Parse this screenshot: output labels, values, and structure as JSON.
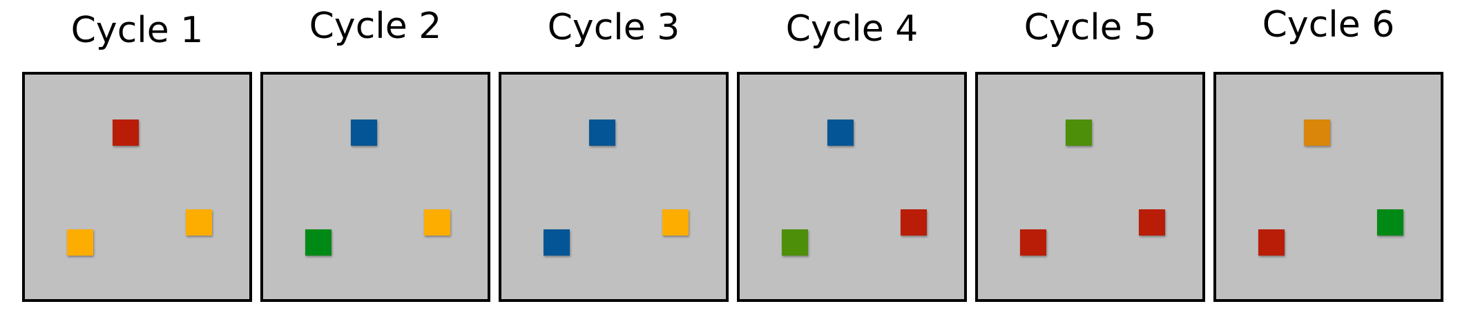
{
  "colors": {
    "red": "#b91d07",
    "yellow": "#fdad00",
    "blue": "#045595",
    "green": "#008a15",
    "olive_green": "#4e8f0a",
    "orange": "#d9860a",
    "panel_background": "#c0c0c0",
    "border": "#000000"
  },
  "cycles": [
    {
      "title": "Cycle 1",
      "squares": {
        "top": "red",
        "right": "yellow",
        "left": "yellow"
      }
    },
    {
      "title": "Cycle 2",
      "squares": {
        "top": "blue",
        "right": "yellow",
        "left": "green"
      }
    },
    {
      "title": "Cycle 3",
      "squares": {
        "top": "blue",
        "right": "yellow",
        "left": "blue"
      }
    },
    {
      "title": "Cycle 4",
      "squares": {
        "top": "blue",
        "right": "red",
        "left": "olive_green"
      }
    },
    {
      "title": "Cycle 5",
      "squares": {
        "top": "olive_green",
        "right": "red",
        "left": "red"
      }
    },
    {
      "title": "Cycle 6",
      "squares": {
        "top": "orange",
        "right": "green",
        "left": "red"
      }
    }
  ]
}
